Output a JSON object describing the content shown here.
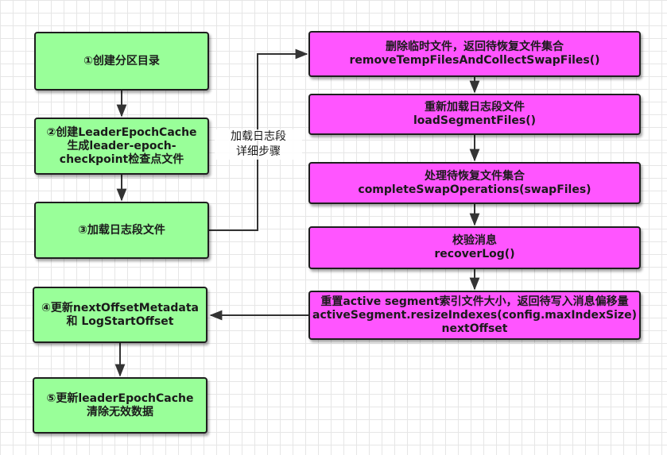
{
  "left_steps": [
    {
      "id": "step-1",
      "label": "①创建分区目录"
    },
    {
      "id": "step-2",
      "label": "②创建LeaderEpochCache\n生成leader-epoch-\ncheckpoint检查点文件"
    },
    {
      "id": "step-3",
      "label": "③加载日志段文件"
    },
    {
      "id": "step-4",
      "label": "④更新nextOffsetMetadata\n和 LogStartOffset"
    },
    {
      "id": "step-5",
      "label": "⑤更新leaderEpochCache\n清除无效数据"
    }
  ],
  "detail_steps": [
    {
      "id": "detail-1",
      "label": "删除临时文件，返回待恢复文件集合\nremoveTempFilesAndCollectSwapFiles()"
    },
    {
      "id": "detail-2",
      "label": "重新加载日志段文件\nloadSegmentFiles()"
    },
    {
      "id": "detail-3",
      "label": "处理待恢复文件集合\ncompleteSwapOperations(swapFiles)"
    },
    {
      "id": "detail-4",
      "label": "校验消息\nrecoverLog()"
    },
    {
      "id": "detail-5",
      "label": "重置active segment索引文件大小，返回待写入消息偏移量\nactiveSegment.resizeIndexes(config.maxIndexSize)\nnextOffset"
    }
  ],
  "edge_label": "加载日志段\n详细步骤",
  "colors": {
    "left_fill": "#99ff99",
    "right_fill": "#ff55ff",
    "stroke": "#1e1e1e"
  }
}
